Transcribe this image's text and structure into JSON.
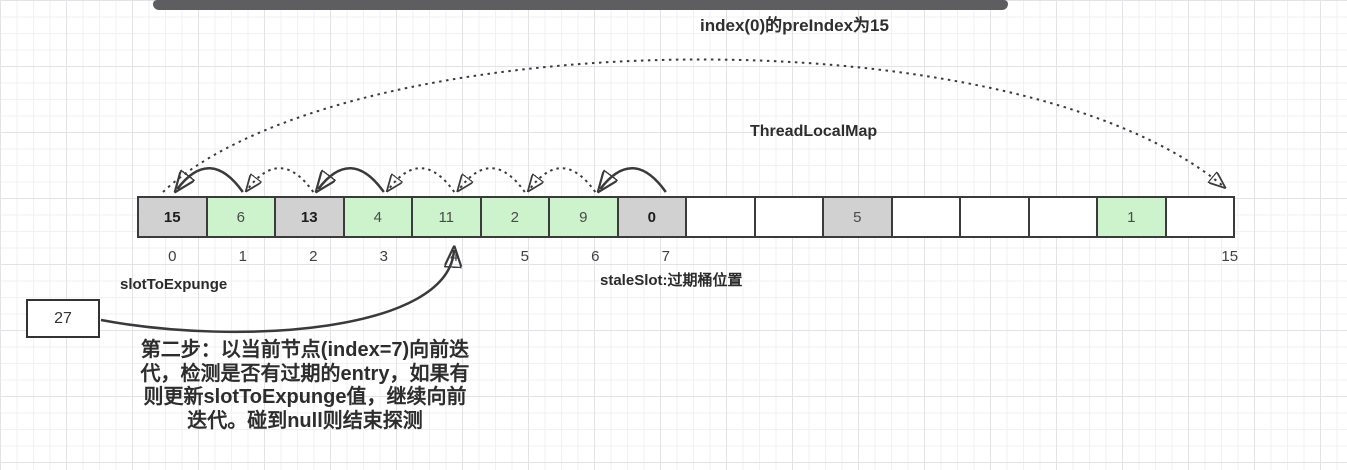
{
  "header": {
    "title": "index(0)的preIndex为15"
  },
  "map_label": "ThreadLocalMap",
  "array": {
    "cells": [
      {
        "index": "0",
        "value": "15",
        "type": "stale",
        "bold": true
      },
      {
        "index": "1",
        "value": "6",
        "type": "valid",
        "bold": false
      },
      {
        "index": "2",
        "value": "13",
        "type": "stale",
        "bold": true
      },
      {
        "index": "3",
        "value": "4",
        "type": "valid",
        "bold": false
      },
      {
        "index": "4",
        "value": "11",
        "type": "valid",
        "bold": false
      },
      {
        "index": "5",
        "value": "2",
        "type": "valid",
        "bold": false
      },
      {
        "index": "6",
        "value": "9",
        "type": "valid",
        "bold": false
      },
      {
        "index": "7",
        "value": "0",
        "type": "stale",
        "bold": true
      },
      {
        "index": "",
        "value": "",
        "type": "empty",
        "bold": false
      },
      {
        "index": "",
        "value": "",
        "type": "empty",
        "bold": false
      },
      {
        "index": "",
        "value": "5",
        "type": "stale",
        "bold": false
      },
      {
        "index": "",
        "value": "",
        "type": "empty",
        "bold": false
      },
      {
        "index": "",
        "value": "",
        "type": "empty",
        "bold": false
      },
      {
        "index": "",
        "value": "",
        "type": "empty",
        "bold": false
      },
      {
        "index": "",
        "value": "1",
        "type": "valid",
        "bold": false
      },
      {
        "index": "15",
        "value": "",
        "type": "empty",
        "bold": false
      }
    ]
  },
  "labels": {
    "slot_to_expunge": "slotToExpunge",
    "stale_slot": "staleSlot:过期桶位置"
  },
  "pointer_box": {
    "value": "27"
  },
  "note": {
    "line1": "第二步：以当前节点(index=7)向前迭",
    "line2": "代，检测是否有过期的entry，如果有",
    "line3": "则更新slotToExpunge值，继续向前",
    "line4": "迭代。碰到null则结束探测"
  },
  "arrows": {
    "wrap": {
      "from": "0",
      "to": "15",
      "style": "dotted"
    },
    "hops": [
      {
        "from": "1",
        "to": "0",
        "style": "solid"
      },
      {
        "from": "2",
        "to": "1",
        "style": "dotted"
      },
      {
        "from": "3",
        "to": "2",
        "style": "solid"
      },
      {
        "from": "4",
        "to": "3",
        "style": "dotted"
      },
      {
        "from": "5",
        "to": "4",
        "style": "dotted"
      },
      {
        "from": "6",
        "to": "5",
        "style": "dotted"
      },
      {
        "from": "7",
        "to": "6",
        "style": "solid"
      }
    ],
    "pointer": {
      "from": "pointer_box_27",
      "to": "index_4",
      "style": "solid"
    }
  },
  "colors": {
    "stale_fill": "#d1d1d1",
    "valid_fill": "#cdf3cc",
    "empty_fill": "#ffffff",
    "border": "#3b3b3b",
    "bar": "#5e5e60"
  }
}
